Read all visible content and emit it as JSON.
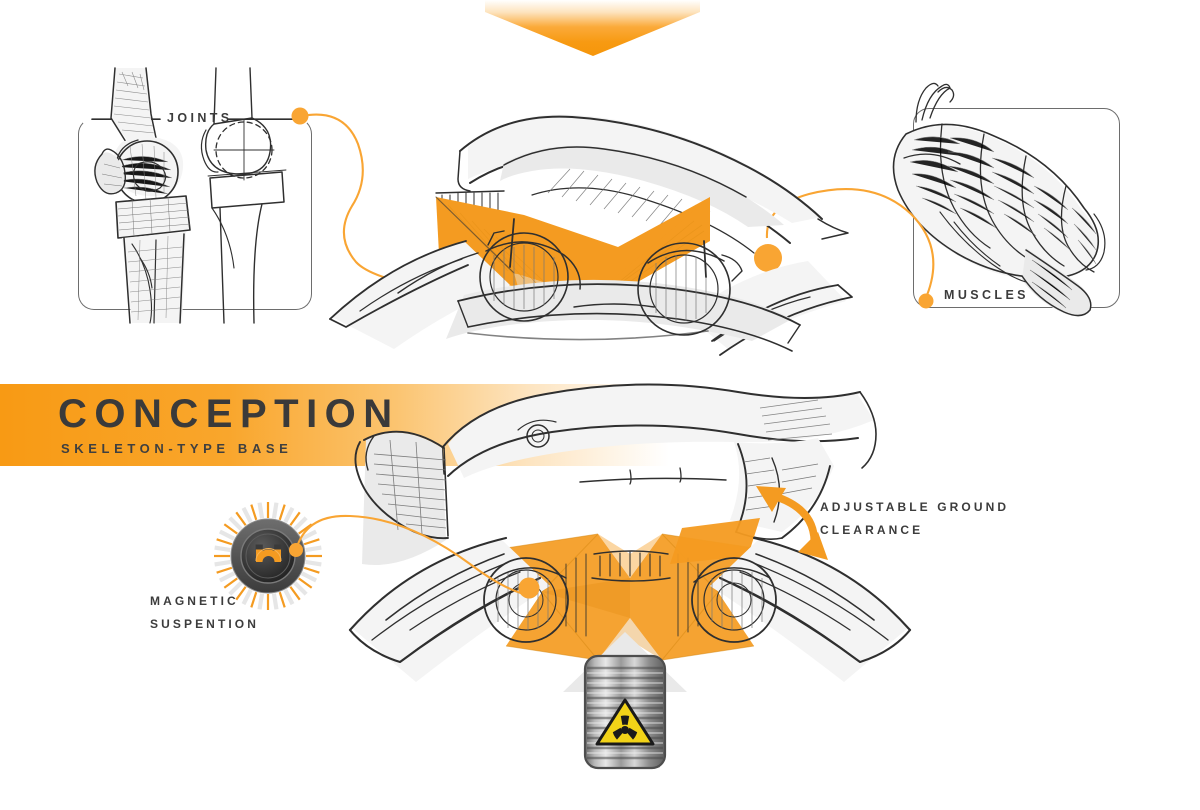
{
  "meta": {
    "board_type": "concept-design-board",
    "accent_color": "#f49b21",
    "banner_color": "#f89a14",
    "ink_color": "#2f2f2f",
    "background": "#ffffff"
  },
  "banner": {
    "title": "CONCEPTION",
    "subtitle": "SKELETON-TYPE BASE"
  },
  "labels": {
    "joints": "JOINTS",
    "muscles": "MUSCLES",
    "magnetic_line1": "MAGNETIC",
    "magnetic_line2": "SUSPENTION",
    "clearance_line1": "ADJUSTABLE GROUND",
    "clearance_line2": "CLEARANCE"
  },
  "icons": {
    "top_arrow": "chevron-down-icon",
    "magnet": "magnet-icon",
    "battery": "battery-icon",
    "radiation": "radiation-hazard-icon",
    "up_arrow": "arrow-up-icon",
    "clearance_arrow": "curved-double-arrow-icon"
  },
  "figures": {
    "joints_panel": "anatomical-knee-joint-sketch",
    "muscles_panel": "anatomical-muscle-sketch",
    "upper_vehicle": "vehicle-chassis-front-sketch",
    "lower_vehicle": "vehicle-skeleton-base-sketch"
  }
}
